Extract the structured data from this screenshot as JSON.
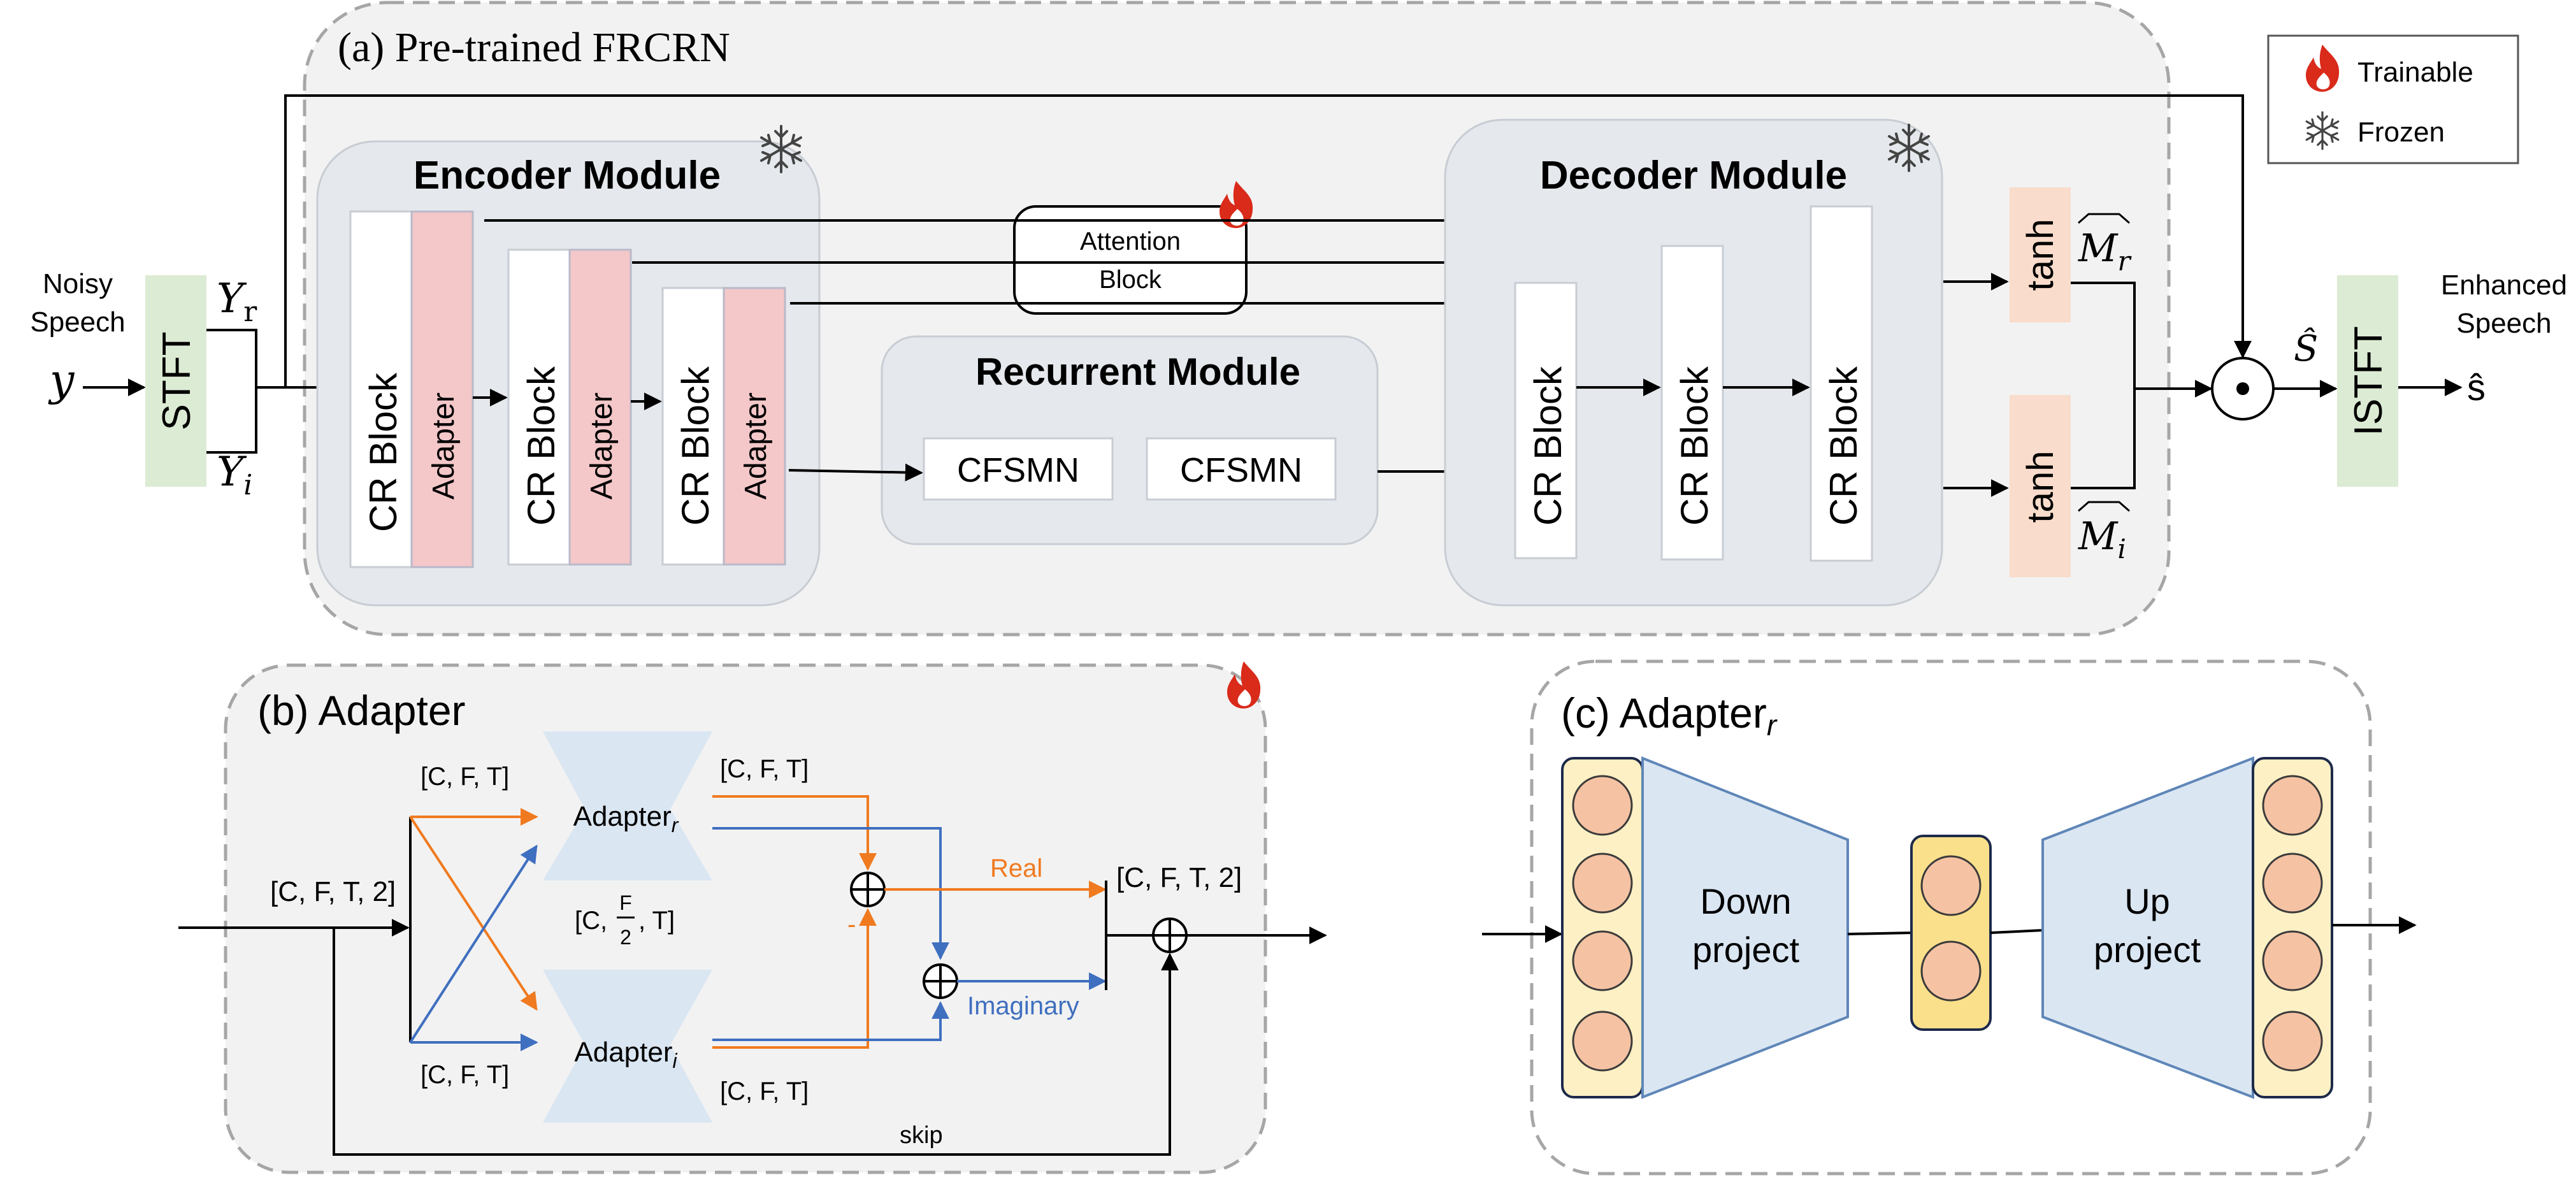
{
  "colors": {
    "panel_bg": "#f2f2f2",
    "panel_border": "#a6a6a6",
    "module_bg": "#e5e8ec",
    "module_border": "#c8cdd4",
    "adapter_fill": "#f4c7c9",
    "adapter_border": "#b9b9c9",
    "stft_fill": "#dcebd3",
    "tanh_fill": "#f9dccb",
    "trap_fill": "#dae6f2",
    "trap_stroke": "#5f86b8",
    "neuron_fill": "#f5c3a3",
    "neuron_stroke": "#3b3b3b",
    "column_fill": "#fdf0c4",
    "column_fill_mid": "#fbe08c",
    "orange": "#f07a1f",
    "blue": "#3f6fbf",
    "flame": "#d92a1a",
    "snowflake": "#444444"
  },
  "legend": {
    "trainable_label": "Trainable",
    "frozen_label": "Frozen",
    "trainable_icon": "flame-icon",
    "frozen_icon": "snowflake-icon"
  },
  "panel_a": {
    "title": "(a) Pre-trained FRCRN",
    "input": {
      "label_line1": "Noisy",
      "label_line2": "Speech",
      "symbol": "y"
    },
    "stft_label": "STFT",
    "yr": "Y",
    "yr_sub": "r",
    "yi": "Y",
    "yi_sub": "i",
    "encoder_title": "Encoder Module",
    "decoder_title": "Decoder Module",
    "recurrent_title": "Recurrent Module",
    "cr_block_label": "CR Block",
    "adapter_label": "Adapter",
    "attention_line1": "Attention",
    "attention_line2": "Block",
    "cfsmn_1": "CFSMN",
    "cfsmn_2": "CFSMN",
    "tanh_1": "tanh",
    "tanh_2": "tanh",
    "mr": "M",
    "mr_sub": "r",
    "mi": "M",
    "mi_sub": "i",
    "shat": "Ŝ",
    "istft_label": "ISTFT",
    "output": {
      "label_line1": "Enhanced",
      "label_line2": "Speech",
      "symbol": "ŝ"
    }
  },
  "panel_b": {
    "title": "(b) Adapter",
    "input_shape": "[C, F, T, 2]",
    "shape_top_in": "[C, F, T]",
    "shape_bottom_in": "[C, F, T]",
    "shape_top_out": "[C, F, T]",
    "shape_bottom_out": "[C, F, T]",
    "shape_mid_prefix": "[C, ",
    "shape_mid_num": "F",
    "shape_mid_den": "2",
    "shape_mid_suffix": ", T]",
    "adapter_r": "Adapter",
    "adapter_r_sub": "r",
    "adapter_i": "Adapter",
    "adapter_i_sub": "i",
    "real_label": "Real",
    "imag_label": "Imaginary",
    "minus": "-",
    "output_shape": "[C, F, T, 2]",
    "skip_label": "skip"
  },
  "panel_c": {
    "title": "(c) Adapter",
    "title_sub": "r",
    "down_line1": "Down",
    "down_line2": "project",
    "up_line1": "Up",
    "up_line2": "project"
  }
}
